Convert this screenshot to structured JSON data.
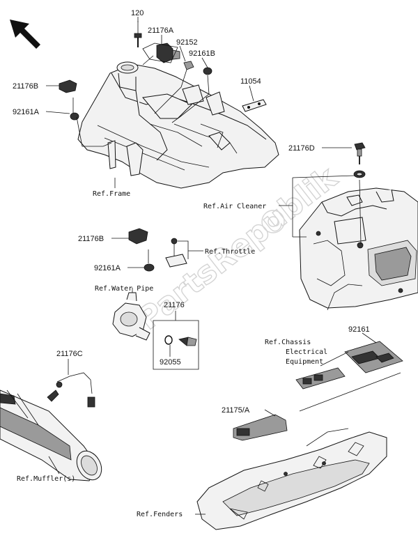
{
  "watermark": "PartsRepublik",
  "part_labels": {
    "p120": "120",
    "p21176A": "21176A",
    "p92152": "92152",
    "p92161B": "92161B",
    "p11054": "11054",
    "p21176B_top": "21176B",
    "p92161A_top": "92161A",
    "p21176D": "21176D",
    "p21176B_mid": "21176B",
    "p92161A_mid": "92161A",
    "p21176": "21176",
    "p92055": "92055",
    "p21176C": "21176C",
    "p92161": "92161",
    "p21175A": "21175/A"
  },
  "reference_labels": {
    "frame": "Ref.Frame",
    "air_cleaner": "Ref.Air Cleaner",
    "throttle": "Ref.Throttle",
    "water_pipe": "Ref.Water Pipe",
    "chassis_line1": "Ref.Chassis",
    "chassis_line2": "Electrical",
    "chassis_line3": "Equipment",
    "muffler": "Ref.Muffler(s)",
    "fenders": "Ref.Fenders"
  }
}
